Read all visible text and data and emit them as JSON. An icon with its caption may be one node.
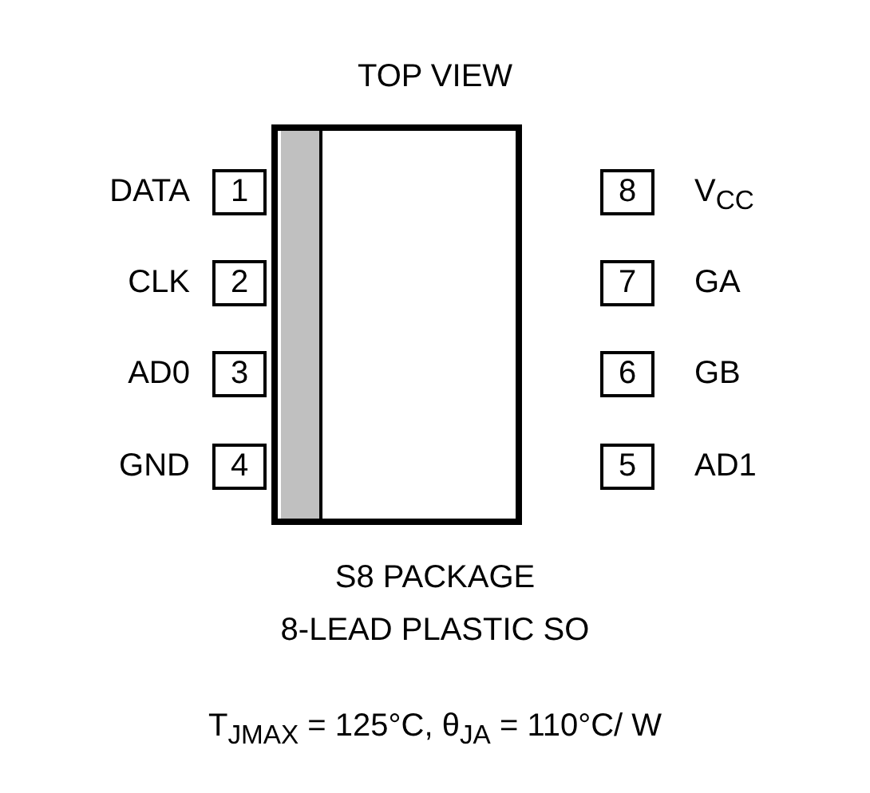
{
  "diagram": {
    "title": "TOP VIEW",
    "nodes": [
      {
        "text": [],
        "shape": "box"
      },
      {
        "text": [
          "1"
        ],
        "beside": [
          "DATA"
        ]
      },
      {
        "text": [
          "8"
        ],
        "beside": [
          "V$_{CC}$"
        ]
      },
      {
        "text": [
          "2"
        ],
        "beside": [
          "CLK"
        ]
      },
      {
        "text": [
          "7"
        ],
        "beside": [
          "GA"
        ]
      },
      {
        "text": [
          "3"
        ],
        "beside": [
          "AD0"
        ]
      },
      {
        "text": [
          "6"
        ],
        "beside": [
          "GB"
        ]
      },
      {
        "text": [
          "4"
        ],
        "beside": [
          "GND"
        ]
      },
      {
        "text": [
          "5"
        ],
        "beside": [
          "AD1"
        ]
      }
    ],
    "labels": [
      "S8 PACKAGE",
      "8-LEAD PLASTIC SO",
      "T$_{JMAX}$ = 125°C, θ$_{JA}$ = 110°C/ W"
    ]
  }
}
